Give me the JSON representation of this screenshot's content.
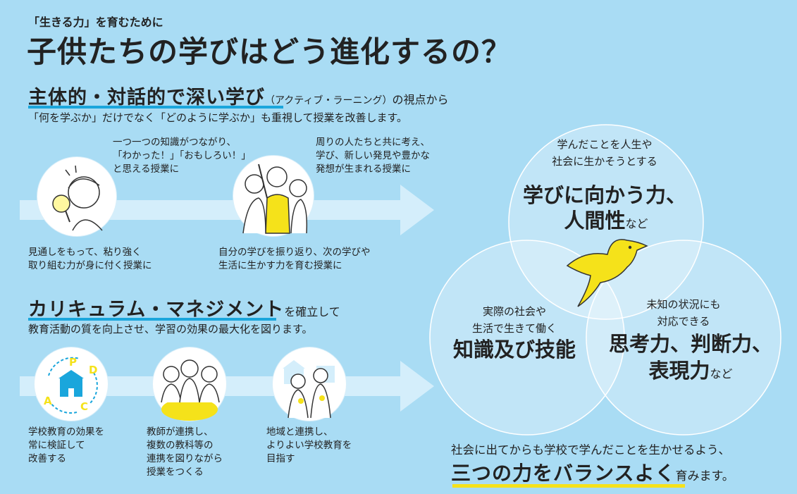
{
  "header": {
    "kicker": "「生きる力」を育むために",
    "title": "子供たちの学びはどう進化するの？"
  },
  "section1": {
    "heading": "主体的・対話的で深い学び",
    "note": "（アクティブ・ラーニング）",
    "suffix": "の視点から",
    "subtitle": "「何を学ぶか」だけでなく「どのように学ぶか」も重視して授業を改善します。",
    "captions": [
      "一つ一つの知識がつながり、\n「わかった！」「おもしろい！」\nと思える授業に",
      "周りの人たちと共に考え、\n学び、新しい発見や豊かな\n発想が生まれる授業に",
      "見通しをもって、粘り強く\n取り組む力が身に付く授業に",
      "自分の学びを振り返り、次の学びや\n生活に生かす力を育む授業に"
    ]
  },
  "section2": {
    "heading": "カリキュラム・マネジメント",
    "suffix": "を確立して",
    "subtitle": "教育活動の質を向上させ、学習の効果の最大化を図ります。",
    "pdca": [
      "P",
      "D",
      "C",
      "A"
    ],
    "captions": [
      "学校教育の効果を\n常に検証して\n改善する",
      "教師が連携し、\n複数の教科等の\n連携を図りながら\n授業をつくる",
      "地域と連携し、\nよりよい学校教育を\n目指す"
    ]
  },
  "venn": {
    "top": {
      "small": "学んだことを人生や\n社会に生かそうとする",
      "large1": "学びに向かう力、",
      "large2": "人間性",
      "tail": "など"
    },
    "left": {
      "small": "実際の社会や\n生活で生きて働く",
      "large": "知識及び技能"
    },
    "right": {
      "small": "未知の状況にも\n対応できる",
      "large1": "思考力、判断力、",
      "large2": "表現力",
      "tail": "など"
    }
  },
  "bottom": {
    "line1": "社会に出てからも学校で学んだことを生かせるよう、",
    "line2": "三つの力をバランスよく",
    "tail": "育みます。"
  },
  "colors": {
    "background": "#a9dcf4",
    "accent_blue": "#1aa6dc",
    "yellow": "#f5e21a",
    "arrow": "#d4eefb"
  }
}
